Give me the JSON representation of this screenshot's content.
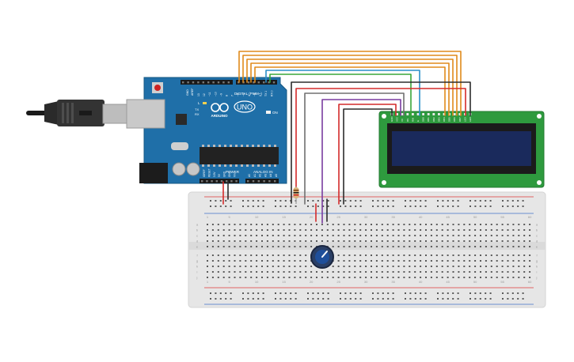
{
  "arduino": {
    "logo": "UNO",
    "brand": "ARDUINO",
    "label_digital": "DIGITAL (PWM~)",
    "label_power": "POWER",
    "label_analog": "ANALOG IN",
    "label_on": "ON",
    "label_aref": "AREF",
    "label_gnd": "GND",
    "label_tx": "TX",
    "label_rx": "RX",
    "label_l": "L",
    "digital_pins": [
      "13",
      "12",
      "~11",
      "~10",
      "~9",
      "8",
      "7",
      "~6",
      "~5",
      "4",
      "~3",
      "2",
      "TX 1",
      "RX 0"
    ],
    "power_pins": [
      "IOREF",
      "RESET",
      "3.3V",
      "5V",
      "GND",
      "GND",
      "Vin"
    ],
    "analog_pins": [
      "A0",
      "A1",
      "A2",
      "A3",
      "A4",
      "A5"
    ]
  },
  "breadboard": {
    "row_letters_top": [
      "a",
      "b",
      "c",
      "d",
      "e"
    ],
    "row_letters_bottom": [
      "f",
      "g",
      "h",
      "i",
      "j"
    ],
    "column_numbers": [
      "1",
      "5",
      "10",
      "15",
      "20",
      "25",
      "30",
      "35",
      "40",
      "45",
      "50",
      "55",
      "60"
    ]
  },
  "lcd": {
    "pin_labels": [
      "GND",
      "VCC",
      "V0",
      "RS",
      "RW",
      "E",
      "DB0",
      "DB1",
      "DB2",
      "DB3",
      "DB4",
      "DB5",
      "DB6",
      "DB7",
      "LED",
      "LED"
    ]
  },
  "colors": {
    "arduino_board": "#1f6fa8",
    "lcd_board": "#2e9a3e",
    "lcd_screen": "#1a2a5c",
    "breadboard": "#e6e6e6",
    "wire_orange": "#e08a1c",
    "wire_blue": "#2a8fc9",
    "wire_green": "#3aa63a",
    "wire_black": "#2b2b2b",
    "wire_red": "#d42a2a",
    "wire_purple": "#7a3ca0",
    "wire_gray": "#707070"
  }
}
